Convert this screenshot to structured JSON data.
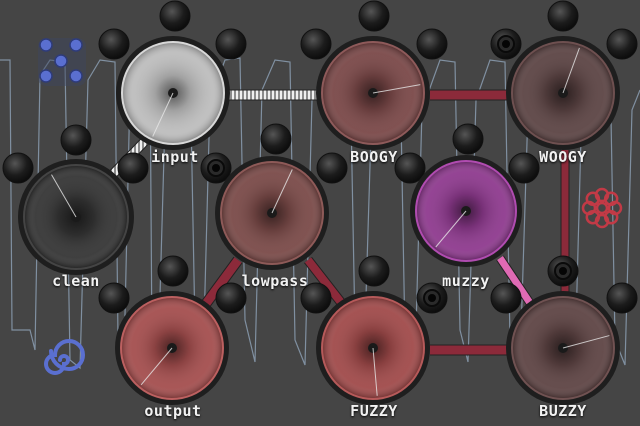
{
  "palette": {
    "background": "#454545",
    "knob_shadow": "#1e1e1e",
    "port_dark": "#151515",
    "cable_red": "#8c2a3a",
    "cable_pink": "#e06ab4",
    "cable_white": "#dcdcdc",
    "icon_blue": "#5a6fd0",
    "icon_red": "#c23a46"
  },
  "nodes": [
    {
      "id": "input",
      "label": "input",
      "color": "#bdbdbd",
      "rim": "#d8d8d8",
      "angle": 115
    },
    {
      "id": "boogy",
      "label": "BOOGY",
      "color": "#7a4848",
      "rim": "#8e5a5a",
      "angle": -10
    },
    {
      "id": "woogy",
      "label": "WOOGY",
      "color": "#5c4444",
      "rim": "#6e5050",
      "angle": -70
    },
    {
      "id": "clean",
      "label": "clean",
      "color": "#353535",
      "rim": "#444444",
      "angle": 240
    },
    {
      "id": "lowpass",
      "label": "lowpass",
      "color": "#7a4a48",
      "rim": "#8e5a58",
      "angle": -65
    },
    {
      "id": "muzzy",
      "label": "muzzy",
      "color": "#8e3a8e",
      "rim": "#b04cb0",
      "angle": 130
    },
    {
      "id": "output",
      "label": "output",
      "color": "#a44e4e",
      "rim": "#bc6060",
      "angle": 130
    },
    {
      "id": "fuzzy",
      "label": "FUZZY",
      "color": "#a04a4a",
      "rim": "#b65a5a",
      "angle": 85
    },
    {
      "id": "buzzy",
      "label": "BUZZY",
      "color": "#5e4444",
      "rim": "#705252",
      "angle": -15
    }
  ]
}
